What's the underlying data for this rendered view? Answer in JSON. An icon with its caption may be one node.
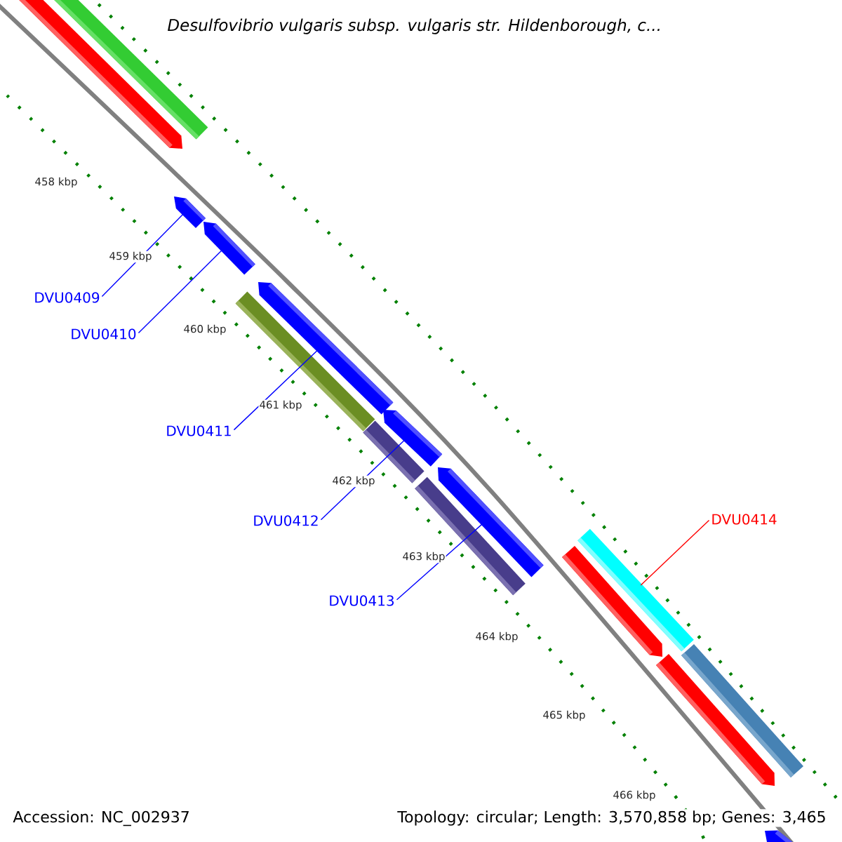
{
  "diagram": {
    "title": "Desulfovibrio vulgaris subsp. vulgaris str. Hildenborough, c...",
    "nodes": [
      {
        "text": [
          "DVU0409"
        ]
      },
      {
        "text": [
          "DVU0410"
        ]
      },
      {
        "text": [
          "DVU0411"
        ]
      },
      {
        "text": [
          "DVU0412"
        ]
      },
      {
        "text": [
          "DVU0413"
        ]
      },
      {
        "text": [
          "DVU0414"
        ]
      },
      {
        "text": [],
        "shape": "bar"
      },
      {
        "text": [],
        "shape": "bar"
      },
      {
        "text": [],
        "shape": "bar"
      },
      {
        "text": [],
        "shape": "bar"
      },
      {
        "text": [],
        "shape": "bar"
      },
      {
        "text": [],
        "shape": "bar"
      }
    ],
    "edges": [
      {
        "from": 0,
        "to": 6,
        "arrow": "none"
      },
      {
        "from": 1,
        "to": 7,
        "arrow": "none"
      },
      {
        "from": 2,
        "to": 8,
        "arrow": "none"
      },
      {
        "from": 3,
        "to": 9,
        "arrow": "none"
      },
      {
        "from": 4,
        "to": 10,
        "arrow": "none"
      },
      {
        "from": 5,
        "to": 11,
        "arrow": "none",
        "color": "#ff0000"
      }
    ],
    "labels": [
      "458 kbp",
      "459 kbp",
      "460 kbp",
      "461 kbp",
      "462 kbp",
      "463 kbp",
      "464 kbp",
      "465 kbp",
      "466 kbp",
      "Accession: NC_002937",
      "Topology: circular; Length: 3,570,858 bp; Genes: 3,465"
    ]
  }
}
